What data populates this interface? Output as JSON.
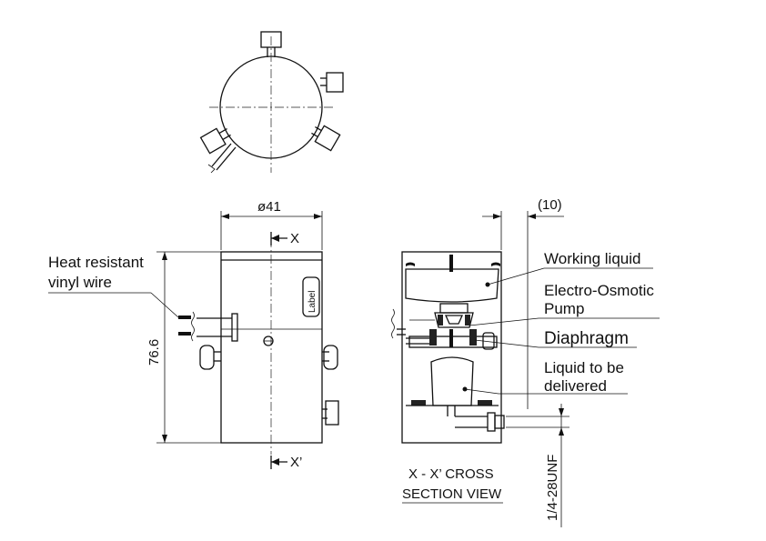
{
  "dimensions": {
    "diameter": "ø41",
    "height": "76.6",
    "offset": "(10)",
    "thread": "1/4-28UNF"
  },
  "section_marks": {
    "x": "X",
    "x_prime": "X’"
  },
  "body_label": "Label",
  "callouts": {
    "wire_line1": "Heat resistant",
    "wire_line2": "vinyl wire",
    "working_liquid": "Working liquid",
    "pump_line1": "Electro-Osmotic",
    "pump_line2": "Pump",
    "diaphragm": "Diaphragm",
    "delivered_line1": "Liquid to be",
    "delivered_line2": "delivered"
  },
  "section_title": {
    "line1": "X - X’  CROSS",
    "line2": "SECTION VIEW"
  }
}
